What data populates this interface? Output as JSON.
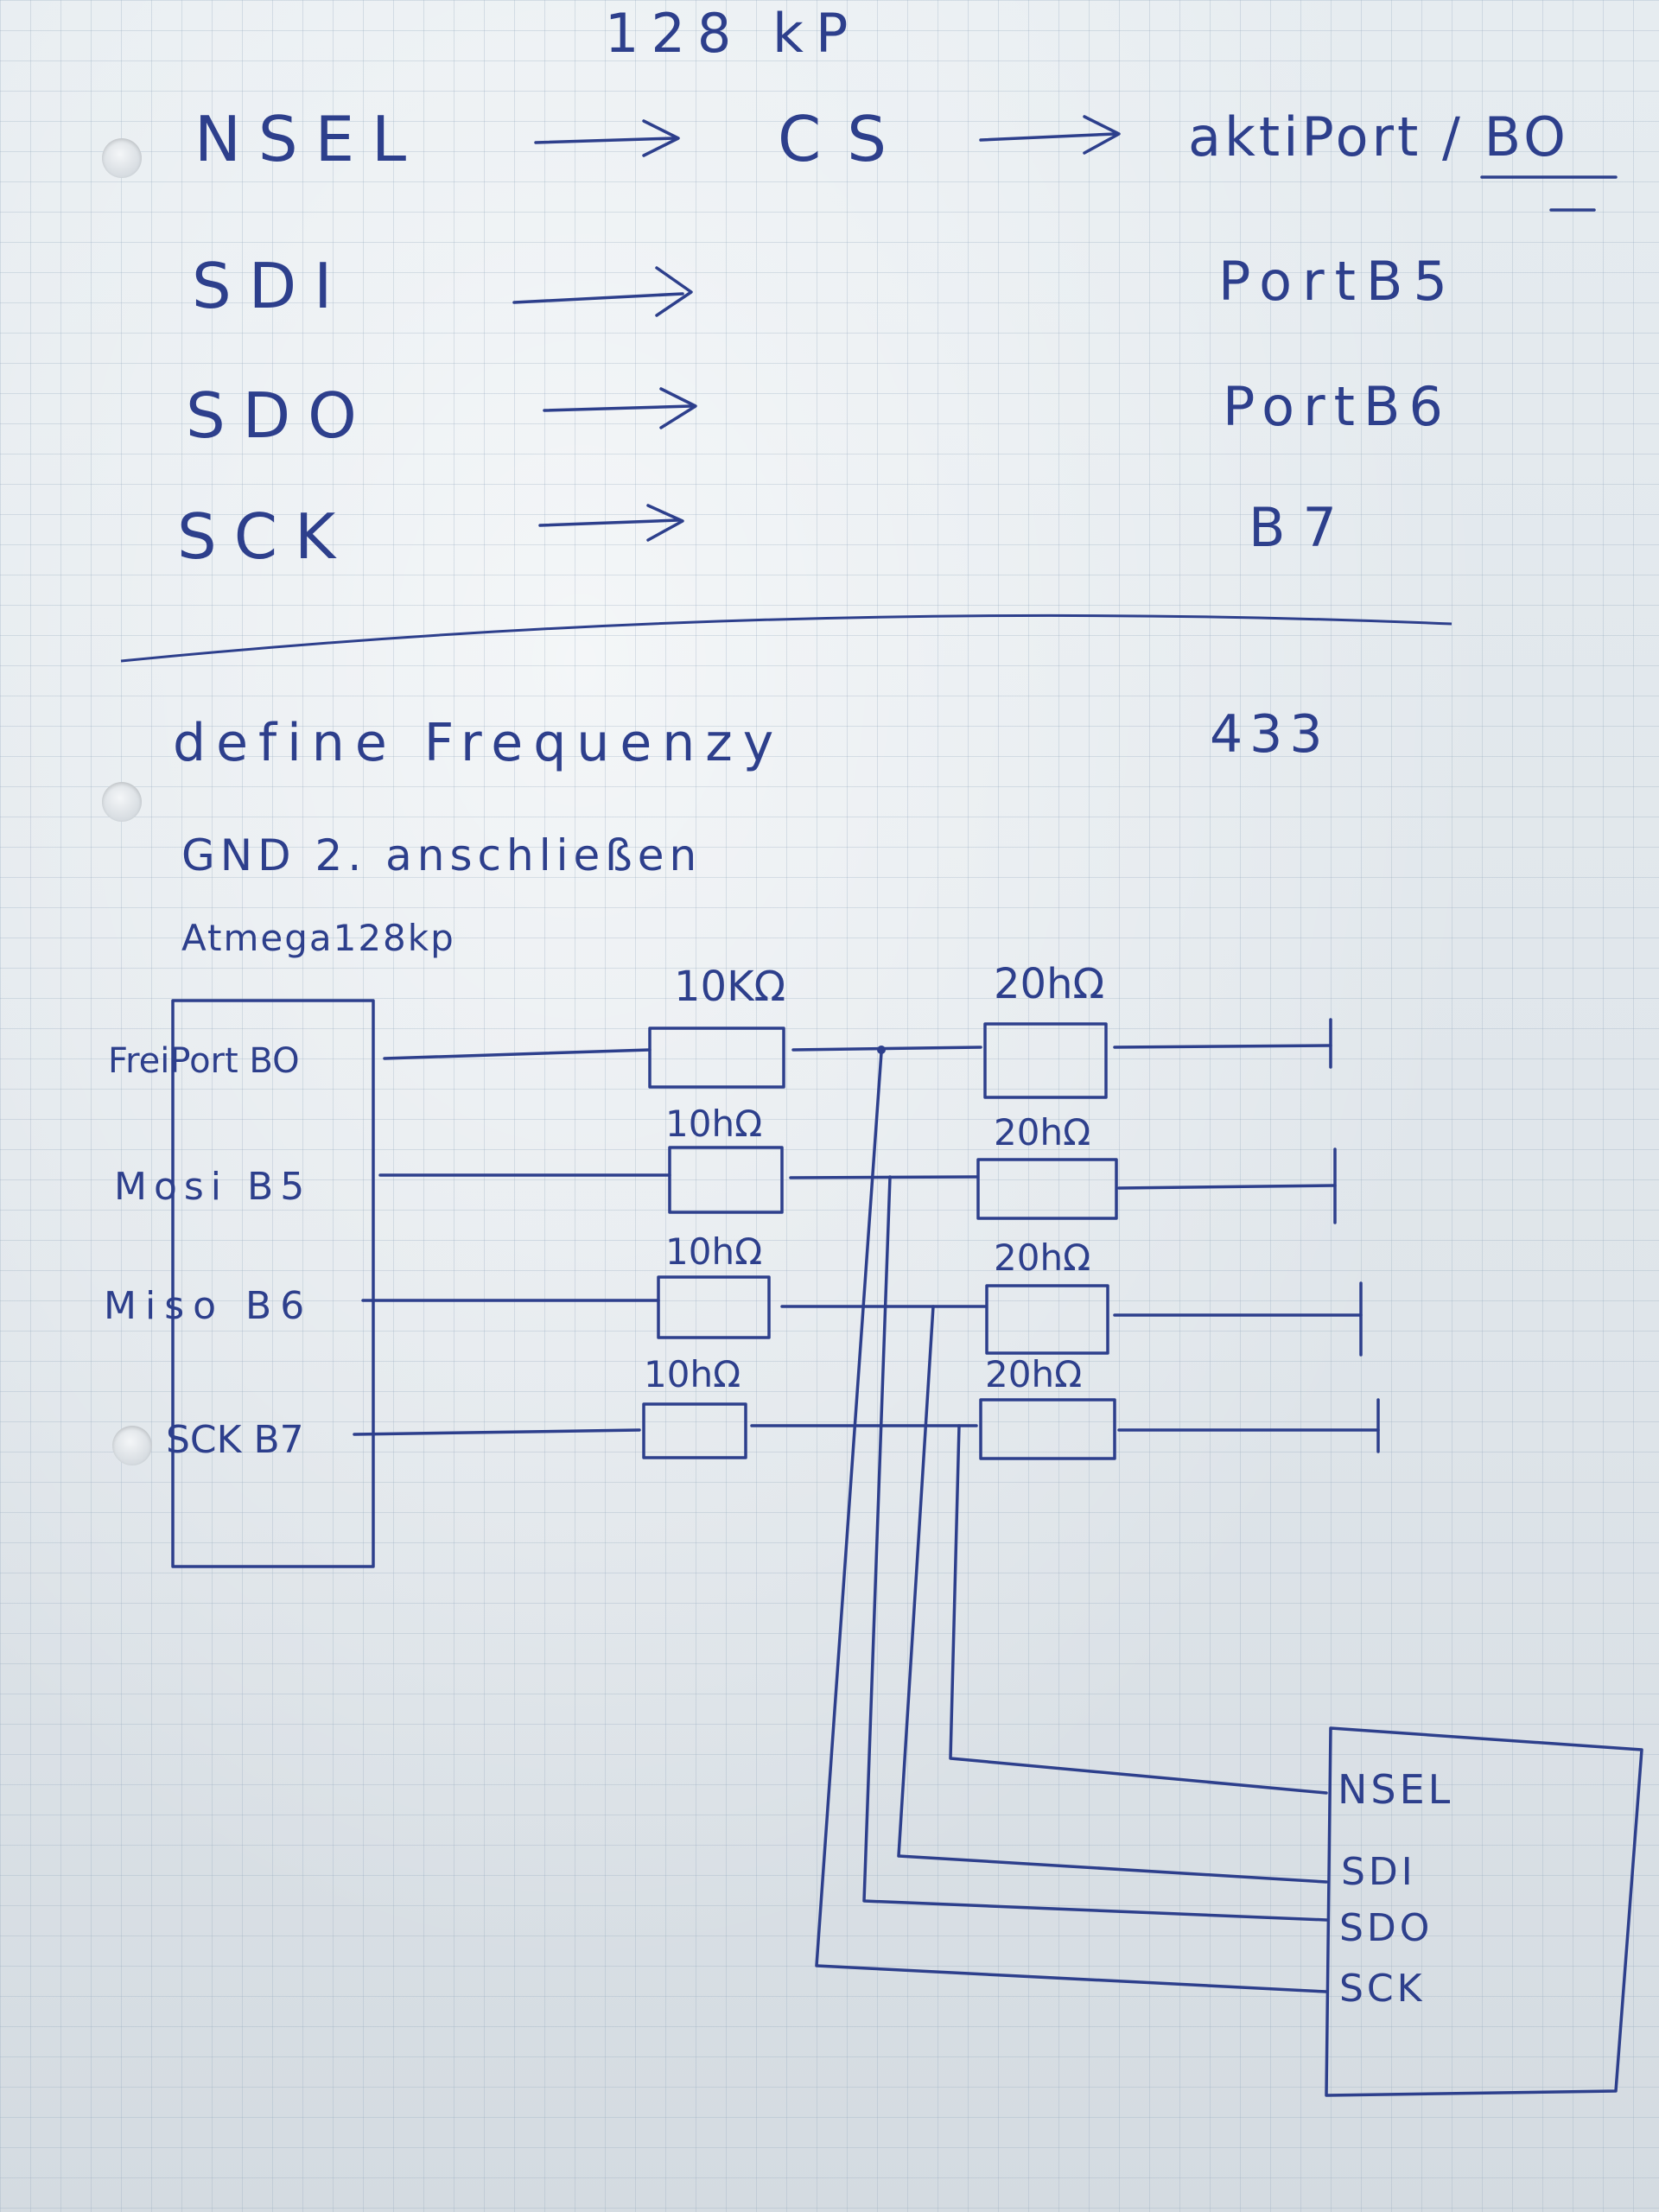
{
  "notes": {
    "heading": "128 kP",
    "rows": [
      {
        "signal": "NSEL",
        "via": "CS",
        "pin": "aktiPort / BO"
      },
      {
        "signal": "SDI",
        "via": "",
        "pin": "PortB5"
      },
      {
        "signal": "SDO",
        "via": "",
        "pin": "PortB6"
      },
      {
        "signal": "SCK",
        "via": "",
        "pin": "B7"
      }
    ],
    "define_label": "define Frequenzy",
    "frequency_value": "433",
    "gnd_note": "GND 2. anschließen"
  },
  "schematic": {
    "mcu_label": "Atmega128kp",
    "mcu_pins": [
      "FreiPort BO",
      "Mosi B5",
      "Miso B6",
      "SCK B7"
    ],
    "series_resistors": [
      "10KΩ",
      "10hΩ",
      "10hΩ",
      "10hΩ"
    ],
    "pulldown_resistors": [
      "20hΩ",
      "20hΩ",
      "20hΩ",
      "20hΩ"
    ],
    "module_pins": [
      "NSEL",
      "SDI",
      "SDO",
      "SCK"
    ]
  },
  "colors": {
    "ink": "#2d3f8c",
    "paper": "#e9eef2",
    "grid": "#b4c2cf"
  }
}
